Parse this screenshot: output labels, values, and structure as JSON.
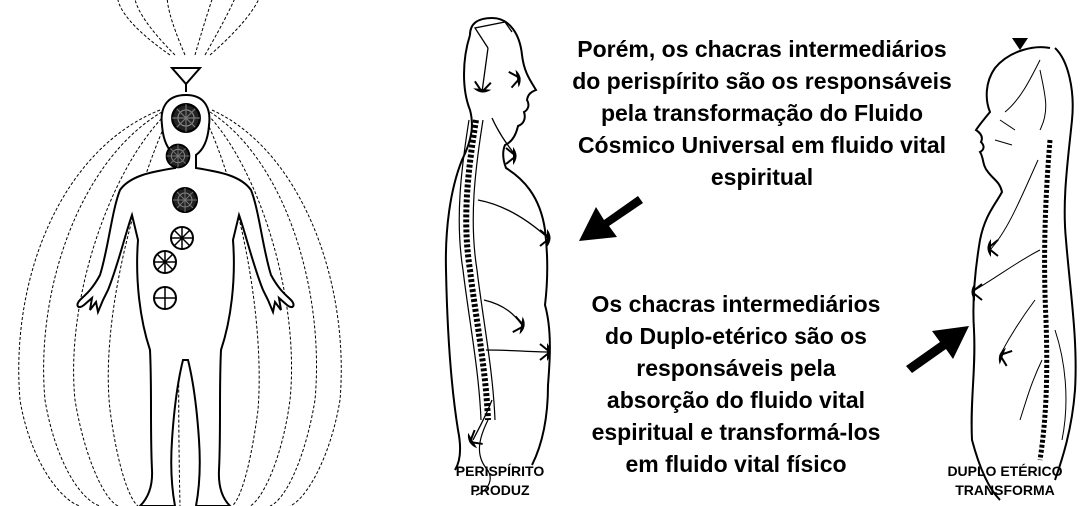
{
  "diagram": {
    "text_top": [
      "Porém, os chacras intermediários",
      "do perispírito são os responsáveis",
      "pela transformação do Fluido",
      "Cósmico Universal em fluido vital",
      "espiritual"
    ],
    "text_bottom": [
      "Os chacras intermediários",
      "do Duplo-etérico são os",
      "responsáveis pela",
      "absorção do fluido vital",
      "espiritual e transformá-los",
      "em fluido vital físico"
    ],
    "caption_left": [
      "PERISPÍRITO",
      "PRODUZ"
    ],
    "caption_right": [
      "DUPLO ETÉRICO",
      "TRANSFORMA"
    ]
  },
  "colors": {
    "ink": "#000000",
    "background": "#ffffff"
  },
  "icons": {
    "chakras": [
      "dark-spiral-chakra-icon",
      "dark-spiral-chakra-icon",
      "dark-spiral-chakra-icon",
      "wheel-chakra-icon",
      "wheel-chakra-icon",
      "cross-circle-chakra-icon"
    ],
    "arrows": [
      "arrow-down-left-icon",
      "arrow-up-right-icon"
    ]
  }
}
